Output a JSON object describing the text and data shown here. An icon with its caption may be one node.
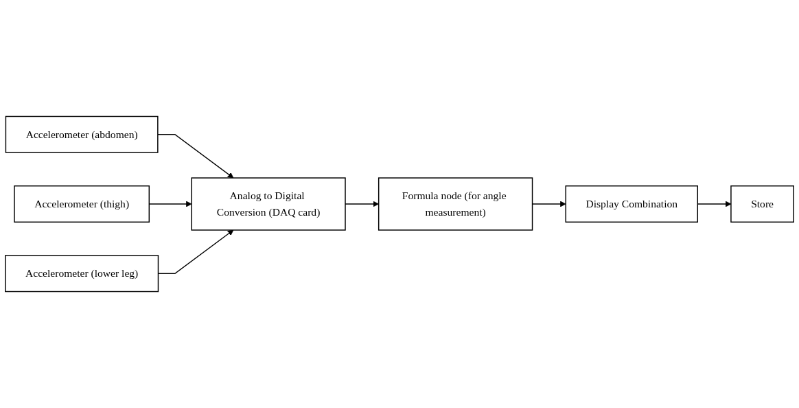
{
  "diagram": {
    "nodes": [
      {
        "text": [
          "Accelerometer (abdomen)"
        ]
      },
      {
        "text": [
          "Accelerometer (thigh)"
        ]
      },
      {
        "text": [
          "Accelerometer (lower leg)"
        ]
      },
      {
        "text": [
          "Analog to Digital Conversion (DAQ card)"
        ]
      },
      {
        "text": [
          "Formula node (for angle measurement)"
        ]
      },
      {
        "text": [
          "Display Combination"
        ]
      },
      {
        "text": [
          "Store"
        ]
      }
    ],
    "edges": [
      {
        "from": 0,
        "to": 3,
        "arrow": "to"
      },
      {
        "from": 1,
        "to": 3,
        "arrow": "to"
      },
      {
        "from": 2,
        "to": 3,
        "arrow": "to"
      },
      {
        "from": 3,
        "to": 4,
        "arrow": "to"
      },
      {
        "from": 4,
        "to": 5,
        "arrow": "to"
      },
      {
        "from": 5,
        "to": 6,
        "arrow": "to"
      }
    ]
  }
}
